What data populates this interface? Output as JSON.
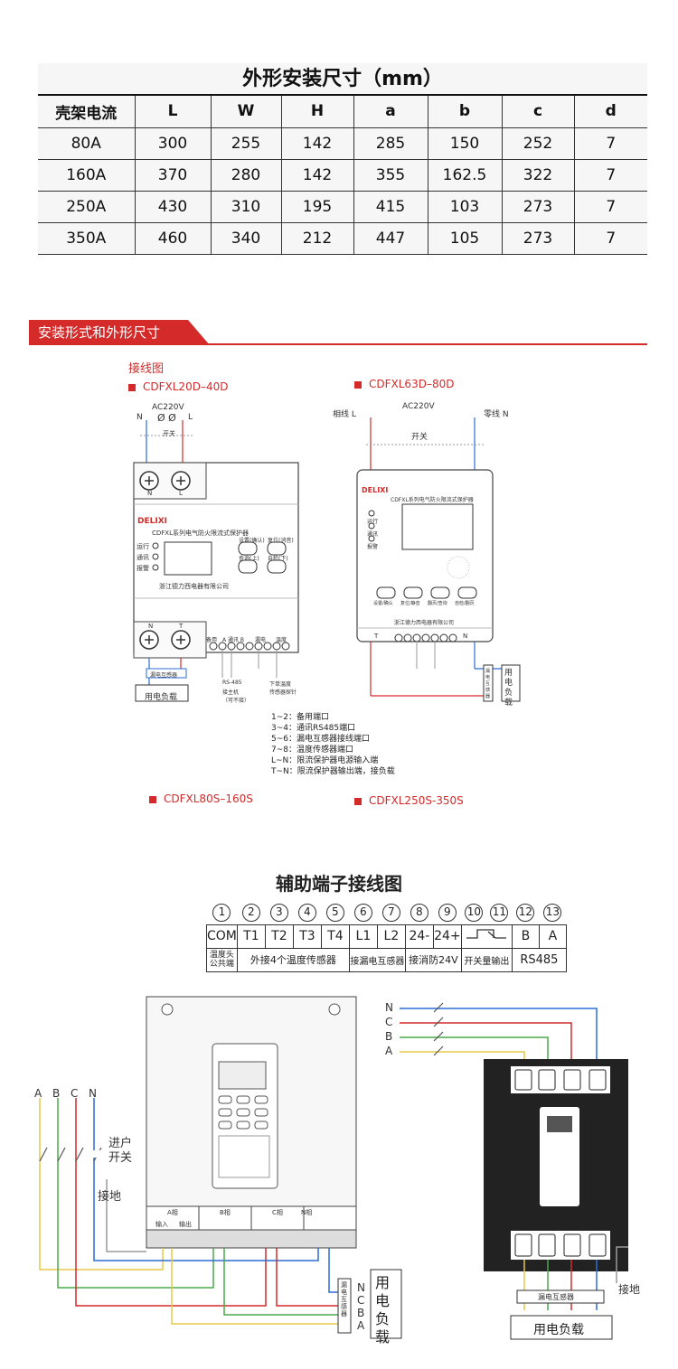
{
  "dimension_table": {
    "title": "外形安装尺寸（mm）",
    "headers": [
      "壳架电流",
      "L",
      "W",
      "H",
      "a",
      "b",
      "c",
      "d"
    ],
    "rows": [
      [
        "80A",
        "300",
        "255",
        "142",
        "285",
        "150",
        "252",
        "7"
      ],
      [
        "160A",
        "370",
        "280",
        "142",
        "355",
        "162.5",
        "322",
        "7"
      ],
      [
        "250A",
        "430",
        "310",
        "195",
        "415",
        "103",
        "273",
        "7"
      ],
      [
        "350A",
        "460",
        "340",
        "212",
        "447",
        "105",
        "273",
        "7"
      ]
    ]
  },
  "section": {
    "title": "安装形式和外形尺寸",
    "wiring_label": "接线图"
  },
  "models": {
    "m1": "CDFXL20D–40D",
    "m2": "CDFXL63D–80D",
    "m3": "CDFXL80S–160S",
    "m4": "CDFXL250S-350S"
  },
  "diagram_left": {
    "ac": "AC220V",
    "n": "N",
    "l": "L",
    "switch": "开关",
    "brand": "DELIXI",
    "device_name": "CDFXL系列电气防火限流式保护器",
    "company": "浙江德力西电器有限公司",
    "status_run": "运行",
    "status_comm": "通讯",
    "status_alarm": "报警",
    "btn1": "设置(确认)",
    "btn2": "复位(消音)",
    "btn3": "查询(上)",
    "btn4": "自检(下)",
    "term_n": "N",
    "term_t": "T",
    "term_group1": "备用",
    "term_group2": "A 通讯 B",
    "term_group3": "漏电",
    "term_group4": "温度",
    "ct_label": "漏电互感器",
    "load": "用电负载",
    "rs485": "RS-485",
    "rs485_sub": "接主机\n（可不接）",
    "temp_sensor": "下单温度\n传感器探针"
  },
  "diagram_right": {
    "phase": "相线 L",
    "ac": "AC220V",
    "neutral": "零线 N",
    "switch": "开关",
    "brand": "DELIXI",
    "device_name": "CDFXL系列电气防火限流式保护器",
    "company": "浙江德力西电器有限公司",
    "status_run": "运行",
    "status_comm": "通讯",
    "status_alarm": "报警",
    "btn1": "设置/确认",
    "btn2": "复位/静音",
    "btn3": "翻页/查询",
    "btn4": "自检/翻页",
    "term_t": "T",
    "term_n": "N",
    "ct_label": "漏电互感器",
    "load": "用电负载"
  },
  "legend": [
    "1~2：备用端口",
    "3~4：通讯RS485端口",
    "5~6：漏电互感器接线端口",
    "7~8：温度传感器端口",
    "L~N：限流保护器电源输入端",
    "T~N：限流保护器输出端，接负载"
  ],
  "aux": {
    "title": "辅助端子接线图",
    "numbers": [
      "1",
      "2",
      "3",
      "4",
      "5",
      "6",
      "7",
      "8",
      "9",
      "10",
      "11",
      "12",
      "13"
    ],
    "labels": [
      "COM",
      "T1",
      "T2",
      "T3",
      "T4",
      "L1",
      "L2",
      "24-",
      "24+",
      "",
      "",
      "B",
      "A"
    ],
    "desc": [
      "温度头公共端",
      "外接4个温度传感器",
      "接漏电互感器",
      "接消防24V",
      "开关量输出",
      "RS485"
    ]
  },
  "diagram_bottom_left": {
    "phases": [
      "A",
      "B",
      "C",
      "N"
    ],
    "incoming_switch": "进户\n开关",
    "ground": "接地",
    "terminal_groups": [
      "A相",
      "B相",
      "C相",
      "N相"
    ],
    "io": [
      "输入",
      "输出"
    ],
    "ct_label": "漏电互感器",
    "ct_phases": [
      "N",
      "C",
      "B",
      "A"
    ],
    "load": "用电负载"
  },
  "diagram_bottom_right": {
    "phases": [
      "N",
      "C",
      "B",
      "A"
    ],
    "ct_label": "漏电互感器",
    "ground": "接地",
    "load": "用电负载"
  },
  "colors": {
    "red": "#d42a2a",
    "blue": "#2b6cd4",
    "green": "#4aa84a",
    "yellow": "#e8c84a",
    "gray": "#9a9a9a"
  }
}
